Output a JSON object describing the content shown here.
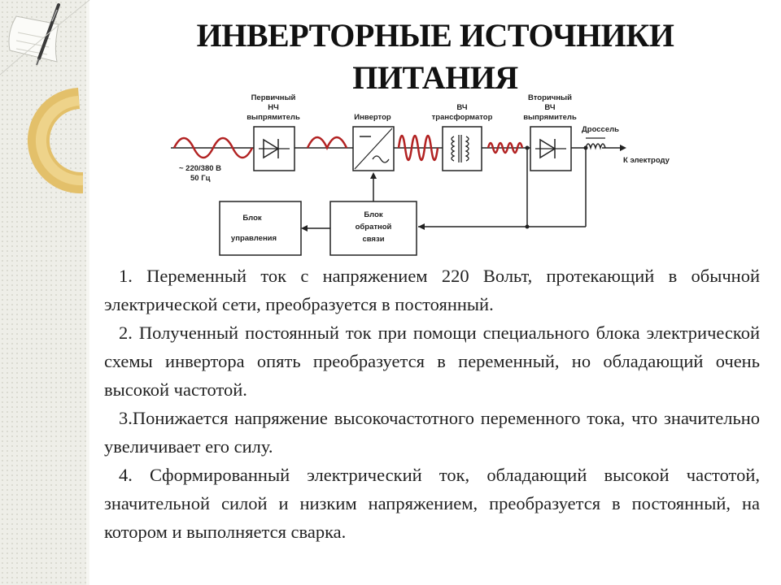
{
  "title": {
    "line1": "ИНВЕРТОРНЫЕ ИСТОЧНИКИ",
    "line2": "ПИТАНИЯ"
  },
  "diagram": {
    "input_label_line1": "~ 220/380 В",
    "input_label_line2": "50 Гц",
    "primary_rectifier_line1": "Первичный",
    "primary_rectifier_line2": "НЧ",
    "primary_rectifier_line3": "выпрямитель",
    "inverter": "Инвертор",
    "transformer_line1": "ВЧ",
    "transformer_line2": "трансформатор",
    "secondary_rectifier_line1": "Вторичный",
    "secondary_rectifier_line2": "ВЧ",
    "secondary_rectifier_line3": "выпрямитель",
    "choke": "Дроссель",
    "output": "К электроду",
    "control_block_line1": "Блок",
    "control_block_line2": "управления",
    "feedback_block_line1": "Блок",
    "feedback_block_line2": "обратной",
    "feedback_block_line3": "связи",
    "wave_color": "#b22222"
  },
  "paragraphs": [
    "1. Переменный ток с напряжением 220 Вольт, протекающий в обычной электрической сети, преобразуется в постоянный.",
    "2. Полученный постоянный ток при помощи специального блока электрической схемы инвертора опять преобразуется в переменный, но обладающий очень высокой частотой.",
    "3.Понижается напряжение высокочастотного переменного тока, что значительно увеличивает его силу.",
    "4. Сформированный электрический ток, обладающий высокой частотой, значительной силой и низким напряжением, преобразуется в постоянный, на котором и выполняется сварка."
  ]
}
